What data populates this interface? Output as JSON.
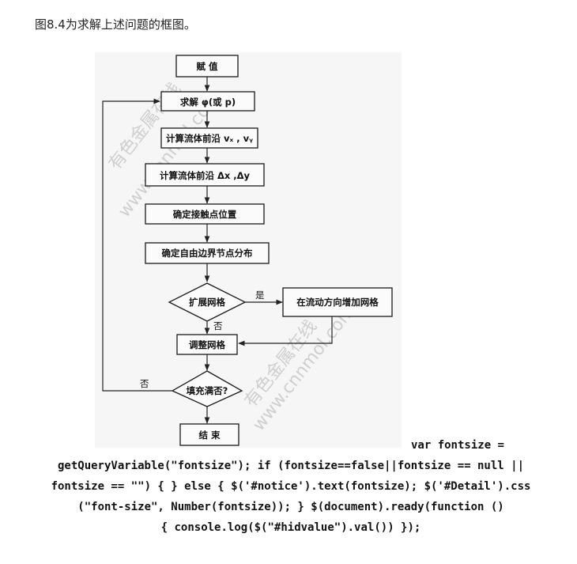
{
  "caption": "图8.4为求解上述问题的框图。",
  "flowchart": {
    "nodes": {
      "assign": "赋 值",
      "solve": "求解 φ(或 p)",
      "velocity": "计算流体前沿 vₓ , vᵧ",
      "delta": "计算流体前沿 Δx ,Δy",
      "contact": "确定接触点位置",
      "boundary": "确定自由边界节点分布",
      "expand": "扩展网格",
      "add_mesh": "在流动方向增加网格",
      "adjust": "调整网格",
      "filled": "填充满否?",
      "end": "结 束"
    },
    "edge_labels": {
      "expand_yes": "是",
      "expand_no": "否",
      "filled_no": "否"
    }
  },
  "watermark": {
    "line1": "有色金属在线",
    "line2": "www.cnnmol.com"
  },
  "code_lines": [
    "var fontsize =",
    "getQueryVariable(\"fontsize\"); if (fontsize==false||fontsize == null ||",
    "fontsize == \"\") { } else { $('#notice').text(fontsize); $('#Detail').css",
    "(\"font-size\", Number(fontsize)); } $(document).ready(function ()",
    "{ console.log($(\"#hidvalue\").val()) });"
  ]
}
